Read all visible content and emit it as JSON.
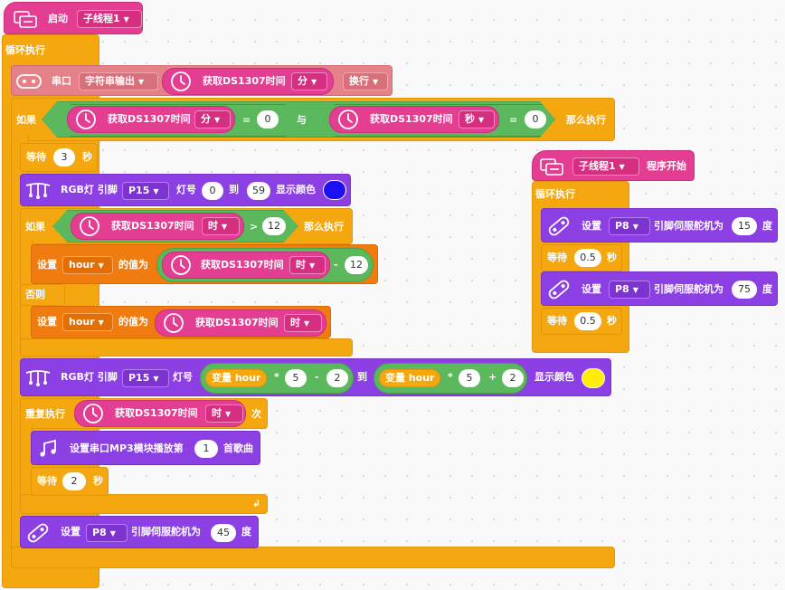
{
  "start": {
    "label": "启动",
    "thread": "子线程1"
  },
  "loop": {
    "label": "循环执行"
  },
  "serial": {
    "label": "串口",
    "mode": "字符串输出",
    "ds_label": "获取DS1307时间",
    "unit": "分",
    "newline": "换行"
  },
  "if1": {
    "if_label": "如果",
    "ds1_label": "获取DS1307时间",
    "ds1_unit": "分",
    "eq1": "=",
    "val1": "0",
    "and_label": "与",
    "ds2_label": "获取DS1307时间",
    "ds2_unit": "秒",
    "eq2": "=",
    "val2": "0",
    "then_label": "那么执行"
  },
  "wait1": {
    "label": "等待",
    "value": "3",
    "unit": "秒"
  },
  "rgb1": {
    "label": "RGB灯 引脚",
    "pin": "P15",
    "lamp_label": "灯号",
    "from": "0",
    "to_label": "到",
    "to": "59",
    "color_label": "显示颜色",
    "color": "#1c10f0"
  },
  "if2": {
    "if_label": "如果",
    "ds_label": "获取DS1307时间",
    "unit": "时",
    "op": ">",
    "value": "12",
    "then_label": "那么执行"
  },
  "set1": {
    "set_label": "设置",
    "var": "hour",
    "value_label": "的值为",
    "ds_label": "获取DS1307时间",
    "unit": "时",
    "op": "-",
    "value": "12"
  },
  "else": {
    "label": "否则"
  },
  "set2": {
    "set_label": "设置",
    "var": "hour",
    "value_label": "的值为",
    "ds_label": "获取DS1307时间",
    "unit": "时"
  },
  "rgb2": {
    "label": "RGB灯 引脚",
    "pin": "P15",
    "lamp_label": "灯号",
    "var_label": "变量 hour",
    "mul1": "*",
    "v1": "5",
    "minus": "-",
    "v2": "2",
    "to_label": "到",
    "var2_label": "变量 hour",
    "mul2": "*",
    "v3": "5",
    "plus": "+",
    "v4": "2",
    "color_label": "显示颜色",
    "color": "#ffee00"
  },
  "repeat": {
    "label": "重复执行",
    "ds_label": "获取DS1307时间",
    "unit": "时",
    "times": "次"
  },
  "mp3": {
    "label": "设置串口MP3模块播放第",
    "value": "1",
    "suffix": "首歌曲"
  },
  "wait2": {
    "label": "等待",
    "value": "2",
    "unit": "秒"
  },
  "servo_main": {
    "set_label": "设置",
    "pin": "P8",
    "label": "引脚伺服舵机为",
    "value": "45",
    "unit": "度"
  },
  "thread1": {
    "name": "子线程1",
    "start_label": "程序开始",
    "loop_label": "循环执行",
    "servo1": {
      "set_label": "设置",
      "pin": "P8",
      "label": "引脚伺服舵机为",
      "value": "15",
      "unit": "度"
    },
    "wait1": {
      "label": "等待",
      "value": "0.5",
      "unit": "秒"
    },
    "servo2": {
      "set_label": "设置",
      "pin": "P8",
      "label": "引脚伺服舵机为",
      "value": "75",
      "unit": "度"
    },
    "wait2": {
      "label": "等待",
      "value": "0.5",
      "unit": "秒"
    }
  },
  "colors": {
    "control": "#f5a70f",
    "event": "#e33e92",
    "serial": "#e58289",
    "logic": "#5cb85c",
    "device": "#8c3fe3",
    "variable": "#f07c10"
  }
}
